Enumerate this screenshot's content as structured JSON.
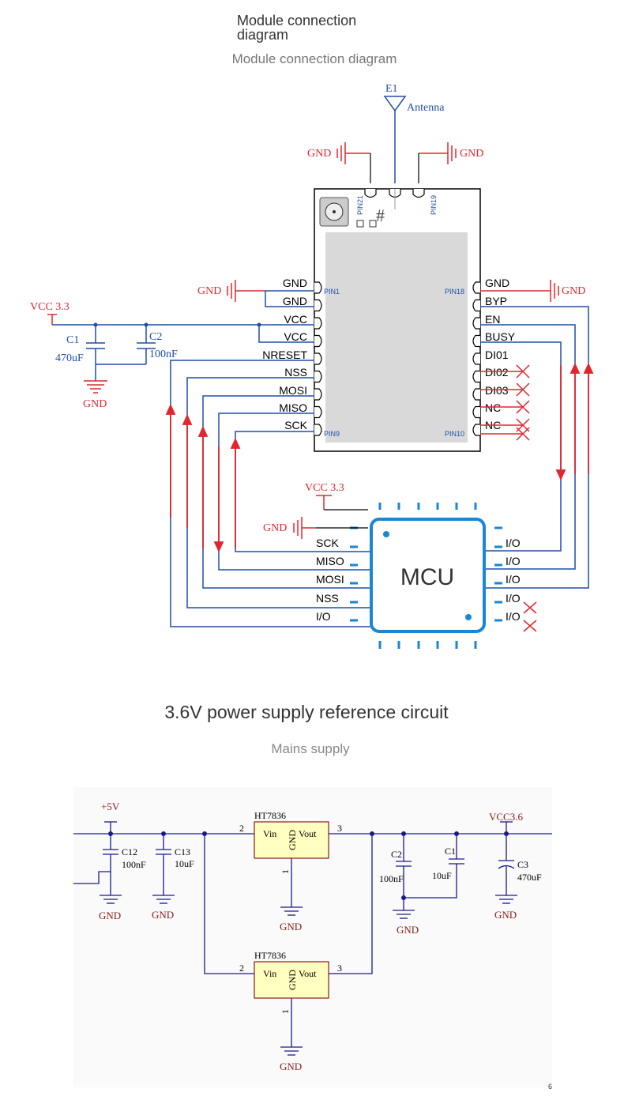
{
  "titles": {
    "heading": "Module connection diagram",
    "subheading": "Module connection diagram",
    "power_heading": "3.6V power supply reference circuit",
    "power_subheading": "Mains supply"
  },
  "module": {
    "antenna_ref": "E1",
    "antenna_label": "Antenna",
    "gnd": "GND",
    "vcc_label": "VCC 3.3",
    "c1_ref": "C1",
    "c1_value": "470uF",
    "c2_ref": "C2",
    "c2_value": "100nF",
    "pin_top_left": "PIN21",
    "pin_top_right": "PIN19",
    "pin1": "PIN1",
    "pin9": "PIN9",
    "pin18": "PIN18",
    "pin10": "PIN10",
    "hash": "#",
    "left_pins": [
      "GND",
      "GND",
      "VCC",
      "VCC",
      "NRESET",
      "NSS",
      "MOSI",
      "MISO",
      "SCK"
    ],
    "right_pins": [
      "GND",
      "BYP",
      "EN",
      "BUSY",
      "DI01",
      "DI02",
      "DI03",
      "NC",
      "NC"
    ]
  },
  "mcu": {
    "label": "MCU",
    "vcc_label": "VCC 3.3",
    "gnd": "GND",
    "left_pins": [
      "SCK",
      "MISO",
      "MOSI",
      "NSS",
      "I/O"
    ],
    "right_pins": [
      "I/O",
      "I/O",
      "I/O",
      "I/O",
      "I/O"
    ]
  },
  "power": {
    "v5": "+5V",
    "vcc36": "VCC3.6",
    "gnd": "GND",
    "regulator": "HT7836",
    "vin": "Vin",
    "vout": "Vout",
    "reg_gnd": "GND",
    "pin_in": "2",
    "pin_out": "3",
    "pin_gnd": "1",
    "c12_ref": "C12",
    "c12_value": "100nF",
    "c13_ref": "C13",
    "c13_value": "10uF",
    "c2_ref": "C2",
    "c2_value": "100nF",
    "c1_ref": "C1",
    "c1_value": "10uF",
    "c3_ref": "C3",
    "c3_value": "470uF",
    "corner_mark": "6"
  },
  "colors": {
    "wire_blue": "#1f4fa8",
    "wire_red": "#e0262e",
    "mcu_blue": "#1a86d6",
    "chip_gray": "#d9d9d9",
    "schematic_wire": "#1a1a8c",
    "schematic_label": "#8b1a1a",
    "regulator_fill": "#ffffc0"
  }
}
